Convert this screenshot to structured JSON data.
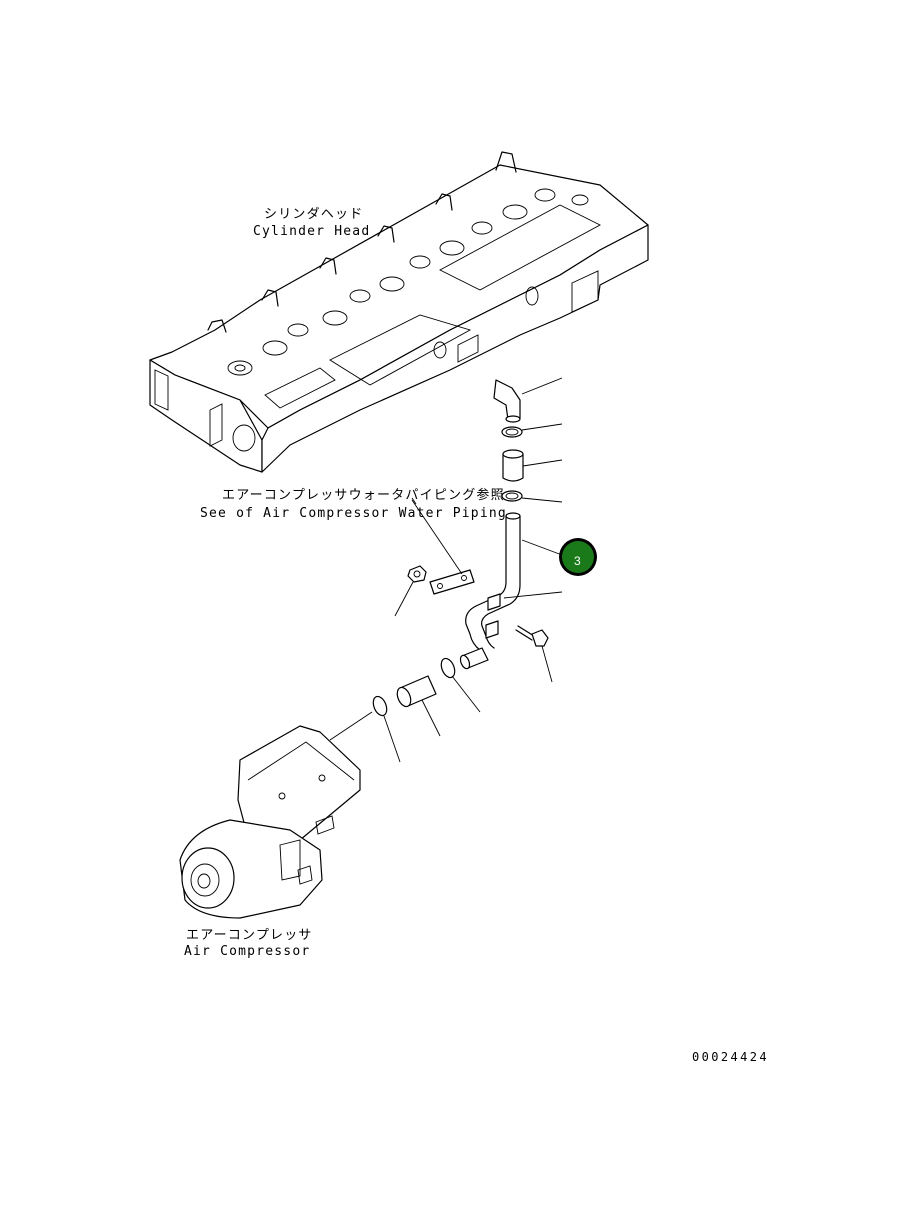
{
  "labels": {
    "cylinder_head_jp": "シリンダヘッド",
    "cylinder_head_en": "Cylinder Head",
    "water_piping_jp": "エアーコンプレッサウォータパイピング参照",
    "water_piping_en": "See of Air Compressor Water Piping",
    "compressor_jp": "エアーコンプレッサ",
    "compressor_en": "Air Compressor"
  },
  "callout": {
    "number": "3",
    "color": "#1a7a1a"
  },
  "drawing_number": "00024424"
}
